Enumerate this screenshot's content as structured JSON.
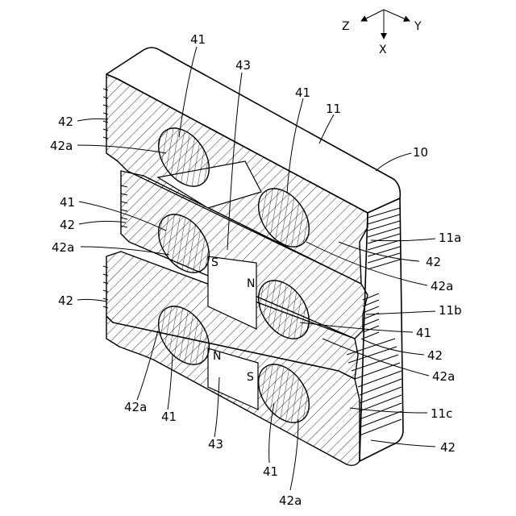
{
  "axes": {
    "z": "Z",
    "y": "Y",
    "x": "X"
  },
  "labels": {
    "ref_10": "10",
    "ref_11": "11",
    "ref_11a": "11a",
    "ref_11b": "11b",
    "ref_11c": "11c",
    "ref_41": "41",
    "ref_42": "42",
    "ref_42a": "42a",
    "ref_43": "43"
  },
  "poles": {
    "south": "S",
    "north": "N"
  }
}
